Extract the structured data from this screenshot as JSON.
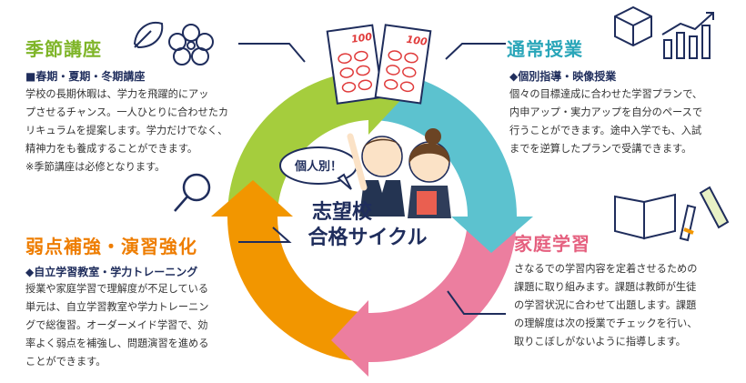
{
  "colors": {
    "green": "#a5cd3d",
    "teal": "#5cc2cf",
    "pink": "#ec7e9f",
    "orange": "#f29600",
    "navy": "#1f2d5c"
  },
  "center": {
    "badge": "個人別！",
    "title_line1": "志望校",
    "title_line2": "合格サイクル"
  },
  "paper_score": "100",
  "sections": {
    "seasonal": {
      "heading": "季節講座",
      "subheading": "■春期・夏期・冬期講座",
      "lines": [
        "学校の長期休暇は、学力を飛躍的にアッ",
        "プさせるチャンス。一人ひとりに合わせたカ",
        "リキュラムを提案します。学力だけでなく、",
        "精神力をも養成することができます。",
        "※季節講座は必修となります。"
      ]
    },
    "regular": {
      "heading": "通常授業",
      "subheading": "◆個別指導・映像授業",
      "lines": [
        "個々の目標達成に合わせた学習プランで、",
        "内申アップ・実力アップを自分のペースで",
        "行うことができます。途中入学でも、入試",
        "までを逆算したプランで受講できます。"
      ]
    },
    "weak": {
      "heading": "弱点補強・演習強化",
      "subheading": "◆自立学習教室・学力トレーニング",
      "lines": [
        "授業や家庭学習で理解度が不足している",
        "単元は、自立学習教室や学力トレーニン",
        "グで総復習。オーダーメイド学習で、効",
        "率よく弱点を補強し、問題演習を進める",
        "ことができます。"
      ]
    },
    "home": {
      "heading": "家庭学習",
      "lines": [
        "さなるでの学習内容を定着させるための",
        "課題に取り組みます。課題は教師が生徒",
        "の学習状況に合わせて出題します。課題",
        "の理解度は次の授業でチェックを行い、",
        "取りこぼしがないように指導します。"
      ]
    }
  },
  "icons": [
    "leaf-icon",
    "flower-icon",
    "dice-icon",
    "bar-chart-icon",
    "magnifier-icon",
    "book-icon",
    "pen-ruler-icon",
    "test-paper-icon",
    "students-icon"
  ]
}
